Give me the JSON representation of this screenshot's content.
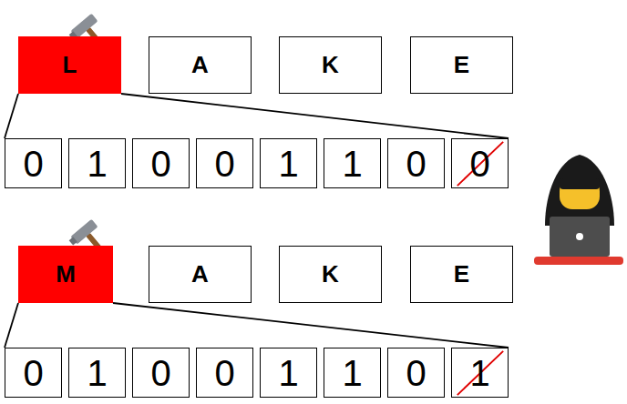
{
  "diagram": {
    "nodes": [
      {
        "text": [
          "L"
        ]
      },
      {
        "text": [
          "A"
        ]
      },
      {
        "text": [
          "K"
        ]
      },
      {
        "text": [
          "E"
        ]
      },
      {
        "text": [
          "0"
        ]
      },
      {
        "text": [
          "1"
        ]
      },
      {
        "text": [
          "0"
        ]
      },
      {
        "text": [
          "0"
        ]
      },
      {
        "text": [
          "1"
        ]
      },
      {
        "text": [
          "1"
        ]
      },
      {
        "text": [
          "0"
        ]
      },
      {
        "text": [
          "0"
        ]
      },
      {
        "text": [
          "M"
        ]
      },
      {
        "text": [
          "A"
        ]
      },
      {
        "text": [
          "K"
        ]
      },
      {
        "text": [
          "E"
        ]
      },
      {
        "text": [
          "0"
        ]
      },
      {
        "text": [
          "1"
        ]
      },
      {
        "text": [
          "0"
        ]
      },
      {
        "text": [
          "0"
        ]
      },
      {
        "text": [
          "1"
        ]
      },
      {
        "text": [
          "1"
        ]
      },
      {
        "text": [
          "0"
        ]
      },
      {
        "text": [
          "1"
        ]
      }
    ],
    "edges": [
      {
        "from": 0,
        "to": 4,
        "arrow": "none"
      },
      {
        "from": 0,
        "to": 11,
        "arrow": "none"
      },
      {
        "from": 12,
        "to": 16,
        "arrow": "none"
      },
      {
        "from": 12,
        "to": 23,
        "arrow": "none"
      }
    ]
  }
}
